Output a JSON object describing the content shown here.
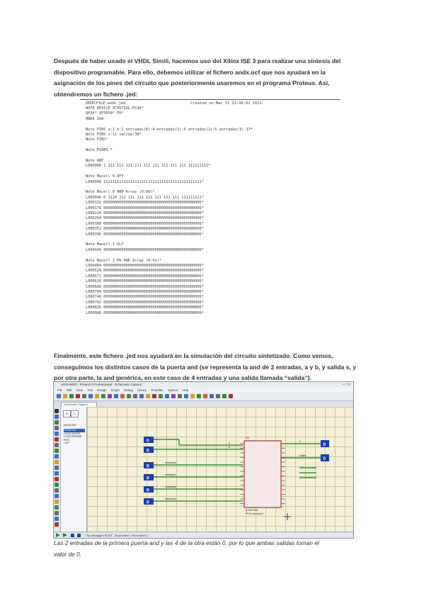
{
  "intro_lines": [
    "Después de haber usado el VHDL Simili, hacemos uso del Xilinx ISE 3 para realizar una síntesis del",
    "dispositivo programable. Para ello, debemos utilizar el fichero andx.ucf que nos ayudará en la",
    "asignación de los pines del circuito que posteriormente usaremos en el programa Proteus. Así,",
    "obtendremos un fichero .jed:"
  ],
  "jed": {
    "first_line": " JEDECFILE:andx.jed",
    "created": "Created on:Mar 31 13:49:02 2021",
    "lines": [
      "NOTE DEVICE XC9572XL-PC44*",
      "QP34* QF5058* F0*",
      "QWDA 10A",
      "",
      "Note PINS a:1 b:2 entradas(0):4 entradas(1):5 entradas(2):6 entradas(3):17*",
      "Note PINS s:11 salida:38*",
      "Note PINS*",
      "",
      "Note FUSES *",
      "",
      "Note ANY",
      "L000000 1 111 111 111 111 111 111 111 111 111 111111111*",
      "",
      "Note Macell 0 OFF",
      "L000048 11111111111111111111111111111111111111111111*",
      "",
      "Note Macell 0 AND Array (0:00)*",
      "L000096 0 1110 111 111 111 111 111 111 111 111111111*",
      "L000132 00000000000000000000000000000000000000000000*",
      "L000176 00000000000000000000000000000000000000000000*",
      "L000220 00000000000000000000000000000000000000000000*",
      "L000264 00000000000000000000000000000000000000000000*",
      "L000308 00000000000000000000000000000000000000000000*",
      "L000352 00000000000000000000000000000000000000000000*",
      "L000396 00000000000000000000000000000000000000000000*",
      "",
      "Note Macell 1 OLY",
      "L000440 00000000000000000000000000000000000000000000*",
      "",
      "Note Macell 1 PW AND Array (0:01)*",
      "L000484 00000000000000000000000000000000000000000000*",
      "L000528 00000000000000000000000000000000000000000000*",
      "L000572 00000000000000000000000000000000000000000000*",
      "L000616 00000000000000000000000000000000000000000000*",
      "L000660 00000000000000000000000000000000000000000000*",
      "L000704 00000000000000000000000000000000000000000000*",
      "L000748 00000000000000000000000000000000000000000000*",
      "L000792 00000000000000000000000000000000000000000000*",
      "L000836 00000000000000000000000000000000000000000000*",
      "L000880 00000000000000000000000000000000000000000000*"
    ]
  },
  "final_lines": [
    "Finalmente, este fichero .jed nos ayudará en la simulación del circuito sintetizado. Como vemos,",
    "conseguimos los distintos casos de la puerta and (se representa la and de 2 entradas, a y b, y salida s, y",
    "por otra parte, la and genérica, en este caso de 4 entradas y una salida llamada “salida”)."
  ],
  "proteus": {
    "title": "UNNAMED - Proteus 8 Professional - Schematic Capture",
    "menu": [
      "File",
      "Edit",
      "View",
      "Tool",
      "Design",
      "Graph",
      "Debug",
      "Library",
      "Template",
      "System",
      "Help"
    ],
    "tab": "Schematic Capture",
    "panel_buttons": [
      "P",
      "L"
    ],
    "devices_label": "DEVICES",
    "devices": [
      "XC9572XL",
      "LOGICSTATE",
      "LOGICPROBE",
      "RES",
      "CAP"
    ],
    "status": "No Messages     ROOT - Root sheet 1     Root sheet 1",
    "inputs": [
      "0",
      "0",
      "0",
      "0",
      "0",
      "0"
    ],
    "outputs": [
      "0",
      "0"
    ],
    "chip_label": "U1",
    "chip_name": "XC9572XL",
    "chip_sub": "FILE=andx.jed",
    "net_labels": [
      "a",
      "b",
      "entradas0",
      "entradas1",
      "entradas2",
      "entradas3",
      "s",
      "salida"
    ]
  },
  "caption_lines": [
    "Las 2 entradas de la primera puerta and y las 4 de la otra están 0, por lo que ambas salidas toman el",
    "valor de 0."
  ]
}
